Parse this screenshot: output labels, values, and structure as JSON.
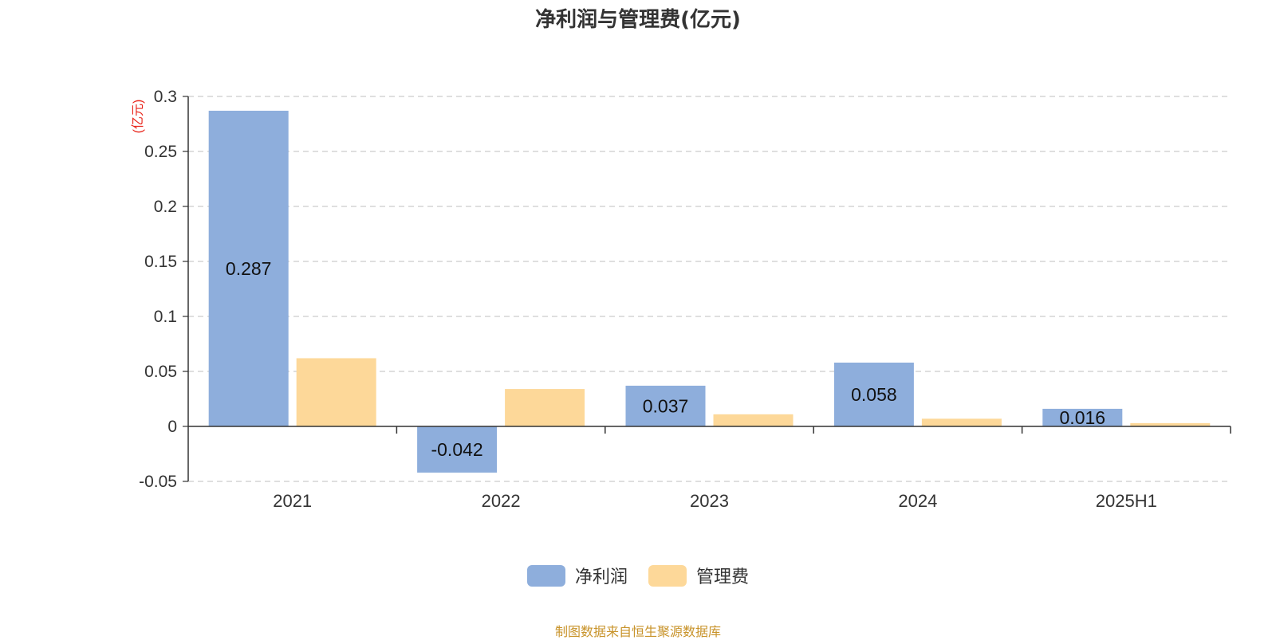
{
  "chart_data": {
    "type": "bar",
    "title": "净利润与管理费(亿元)",
    "ylabel": "(亿元)",
    "categories": [
      "2021",
      "2022",
      "2023",
      "2024",
      "2025H1"
    ],
    "series": [
      {
        "name": "净利润",
        "color": "#8eaedc",
        "values": [
          0.287,
          -0.042,
          0.037,
          0.058,
          0.016
        ],
        "labels": [
          "0.287",
          "-0.042",
          "0.037",
          "0.058",
          "0.016"
        ]
      },
      {
        "name": "管理费",
        "color": "#fdd899",
        "values": [
          0.062,
          0.034,
          0.011,
          0.007,
          0.003
        ]
      }
    ],
    "ylim": [
      -0.05,
      0.3
    ],
    "yticks": [
      "-0.05",
      "0",
      "0.05",
      "0.1",
      "0.15",
      "0.2",
      "0.25",
      "0.3"
    ],
    "grid": true,
    "legend_position": "bottom"
  },
  "source_note": "制图数据来自恒生聚源数据库"
}
